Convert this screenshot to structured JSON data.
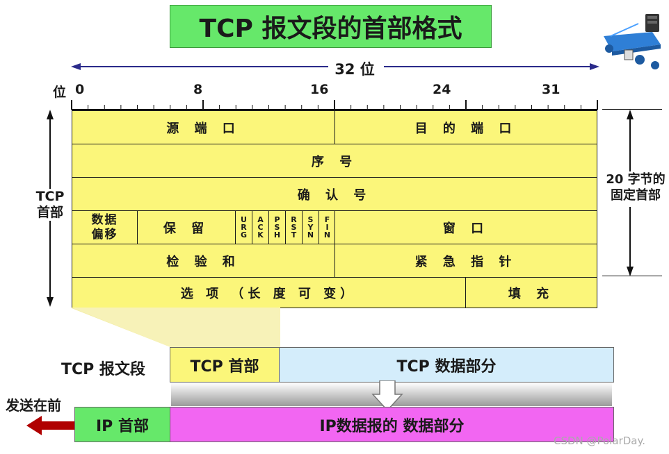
{
  "title": "TCP 报文段的首部格式",
  "width_label": "32 位",
  "bit_axis": {
    "label": "位",
    "ticks": [
      "0",
      "8",
      "16",
      "24",
      "31"
    ]
  },
  "left_label": {
    "line1": "TCP",
    "line2": "首部"
  },
  "right_label": {
    "line1": "20 字节的",
    "line2": "固定首部"
  },
  "fields": {
    "src_port": "源 端 口",
    "dst_port": "目 的 端 口",
    "seq": "序 号",
    "ack_num": "确 认 号",
    "data_offset_1": "数据",
    "data_offset_2": "偏移",
    "reserved": "保 留",
    "flags": [
      [
        "U",
        "R",
        "G"
      ],
      [
        "A",
        "C",
        "K"
      ],
      [
        "P",
        "S",
        "H"
      ],
      [
        "R",
        "S",
        "T"
      ],
      [
        "S",
        "Y",
        "N"
      ],
      [
        "F",
        "I",
        "N"
      ]
    ],
    "window": "窗 口",
    "checksum": "检 验 和",
    "urgent": "紧 急 指 针",
    "options": "选 项 （长 度 可 变）",
    "padding": "填 充"
  },
  "segment": {
    "label": "TCP 报文段",
    "header": "TCP 首部",
    "data": "TCP 数据部分"
  },
  "ip": {
    "send_first": "发送在前",
    "header": "IP 首部",
    "data": "IP数据报的 数据部分"
  },
  "watermark": "CSDN @PolarDay.",
  "colors": {
    "field_fill": "#fbf67a",
    "title_fill": "#66e86a",
    "tcp_data_fill": "#d4edfb",
    "ip_header_fill": "#66e86a",
    "ip_data_fill": "#f266f2",
    "axis_color": "#2a2a8a",
    "arrow_red": "#b00000"
  }
}
